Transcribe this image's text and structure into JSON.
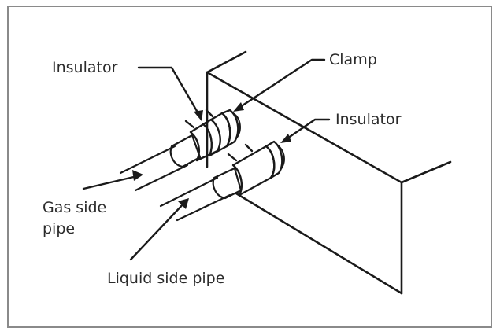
{
  "labels": {
    "insulator_top": "Insulator",
    "clamp": "Clamp",
    "insulator_right": "Insulator",
    "gas_side_pipe_line1": "Gas side",
    "gas_side_pipe_line2": "pipe",
    "liquid_side_pipe": "Liquid side pipe"
  },
  "colors": {
    "frame": "#8a8a8a",
    "ink": "#1a1a1a",
    "clamp_fill": "#9a9a9a"
  }
}
